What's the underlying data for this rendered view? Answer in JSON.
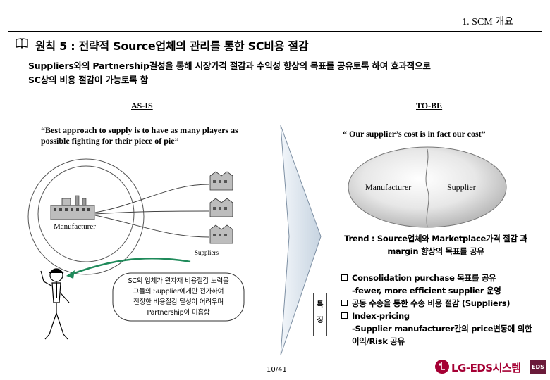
{
  "header": {
    "section": "1. SCM 개요"
  },
  "title": {
    "text": "원칙 5 : 전략적 Source업체의 관리를 통한 SC비용 절감"
  },
  "intro": {
    "line1": "Suppliers와의 Partnership결성을 통해 시장가격 절감과 수익성 향상의 목표를 공유토록 하여 효과적으로",
    "line2": "SC상의 비용 절감이 가능토록 함"
  },
  "as_is": {
    "label": "AS-IS",
    "quote_line1": "“Best approach to supply is to have as many players as",
    "quote_line2": "possible fighting for their piece of pie”",
    "manufacturer_label": "Manufacturer",
    "suppliers_label": "Suppliers",
    "note_line1": "SC의 업체가 원자재 비용절감 노력을",
    "note_line2": "그들의 Supplier에게만 전가하여",
    "note_line3": "진정한 비용절감 달성이 어려우며",
    "note_line4": "Partnership이 미흡함"
  },
  "to_be": {
    "label": "TO-BE",
    "quote": "“ Our supplier’s cost is in fact our cost”",
    "manufacturer_label": "Manufacturer",
    "supplier_label": "Supplier",
    "trend_line1": "Trend : Source업체와 Marketplace가격 절감 과",
    "trend_line2": "margin 향상의 목표를 공유"
  },
  "features": {
    "label_top": "특",
    "label_bottom": "징",
    "items": [
      {
        "main": "Consolidation purchase 목표를 공유",
        "sub": "-fewer, more efficient supplier 운영"
      },
      {
        "main": "공동 수송을 통한 수송 비용 절감 (Suppliers)",
        "sub": ""
      },
      {
        "main": "Index-pricing",
        "sub": "-Supplier manufacturer간의 price변동에 의한"
      }
    ],
    "extra_line": "이익/Risk 공유"
  },
  "footer": {
    "page": "10/41",
    "logo": "LG-EDS시스템",
    "logo_badge": "EDS"
  },
  "colors": {
    "arrow_fill": "#dde6ef",
    "arrow_stroke": "#7d8fa3",
    "logo_red": "#a50034",
    "badge_bg": "#6a1b3a"
  }
}
